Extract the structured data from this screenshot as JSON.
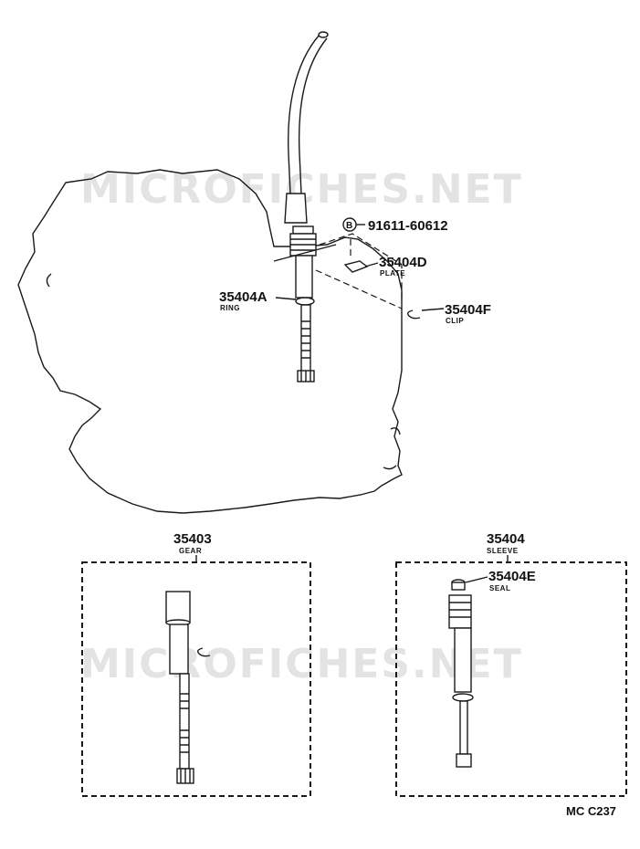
{
  "watermarks": [
    "MICROFICHES.NET",
    "MICROFICHES.NET"
  ],
  "bolt_marker": "B",
  "callouts": {
    "bolt": {
      "part_no": "91611-60612"
    },
    "plate": {
      "part_no": "35404D",
      "name": "PLATE"
    },
    "ring": {
      "part_no": "35404A",
      "name": "RING"
    },
    "clip": {
      "part_no": "35404F",
      "name": "CLIP"
    },
    "gear": {
      "part_no": "35403",
      "name": "GEAR"
    },
    "sleeve": {
      "part_no": "35404",
      "name": "SLEEVE"
    },
    "seal": {
      "part_no": "35404E",
      "name": "SEAL"
    }
  },
  "diagram_code": "MC C237"
}
